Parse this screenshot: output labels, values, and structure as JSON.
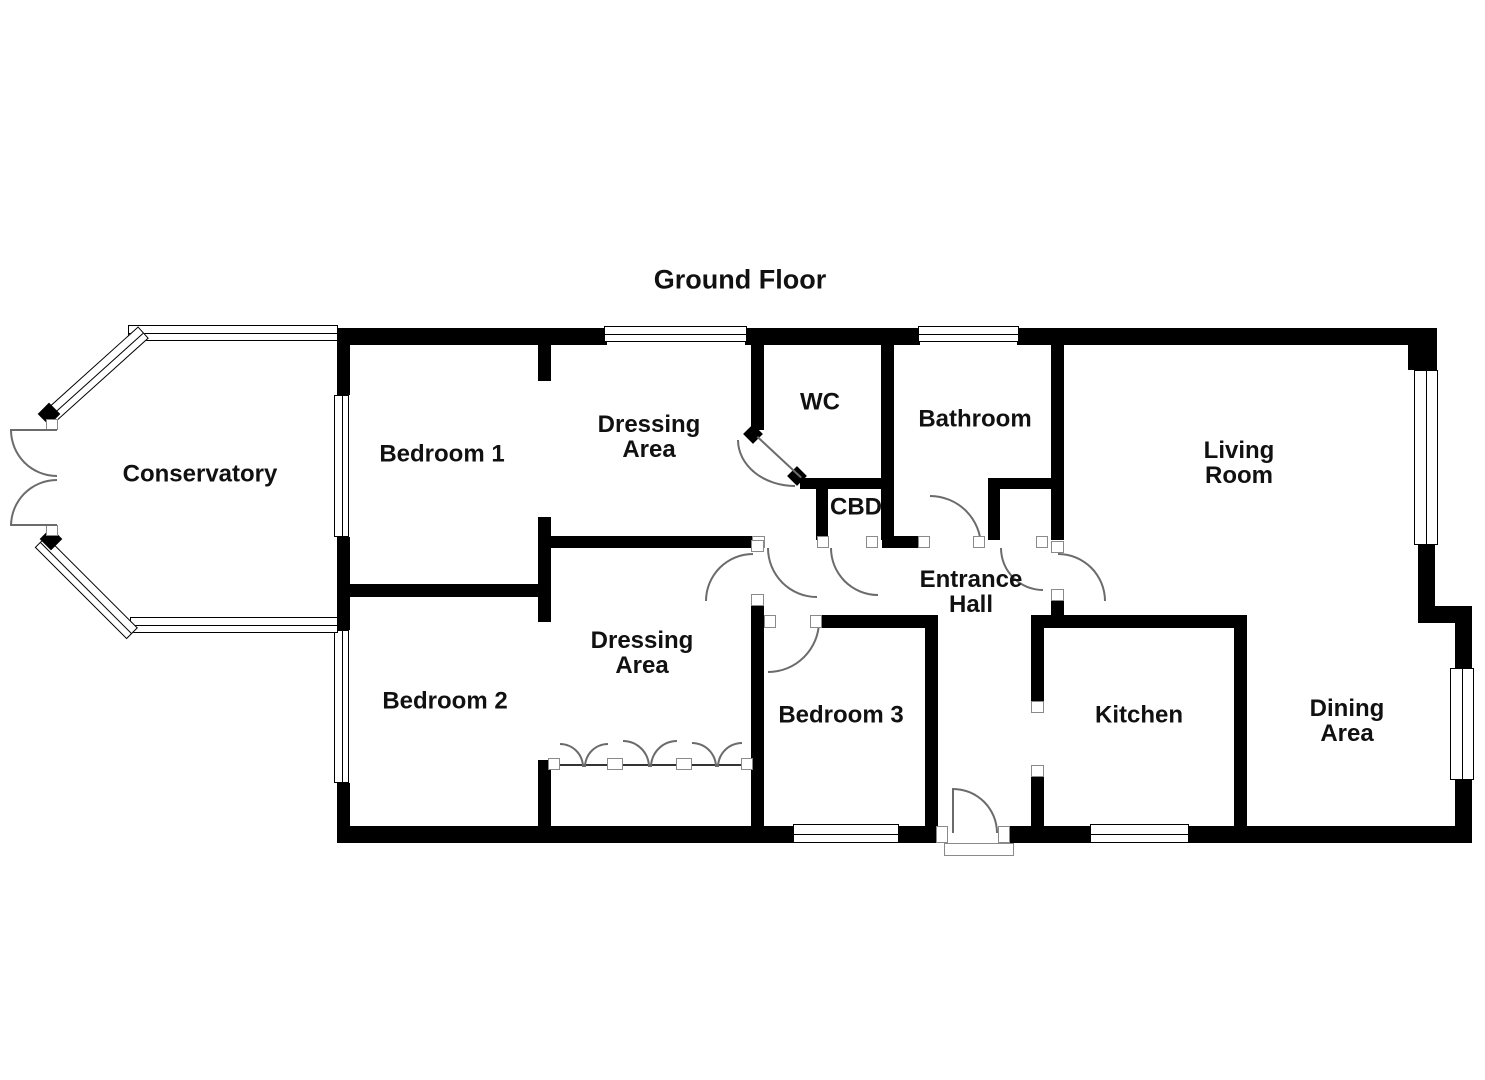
{
  "title": "Ground Floor",
  "rooms": {
    "conservatory": "Conservatory",
    "bedroom1": "Bedroom 1",
    "dressing_area_1": "Dressing Area",
    "wc": "WC",
    "bathroom": "Bathroom",
    "cbd": "CBD",
    "entrance_hall": "Entrance Hall",
    "living_room": "Living Room",
    "bedroom2": "Bedroom 2",
    "dressing_area_2": "Dressing Area",
    "bedroom3": "Bedroom 3",
    "kitchen": "Kitchen",
    "dining_area": "Dining Area"
  },
  "colors": {
    "wall": "#000000",
    "background": "#ffffff",
    "door_arc": "#6b6b6b",
    "text": "#111111"
  }
}
